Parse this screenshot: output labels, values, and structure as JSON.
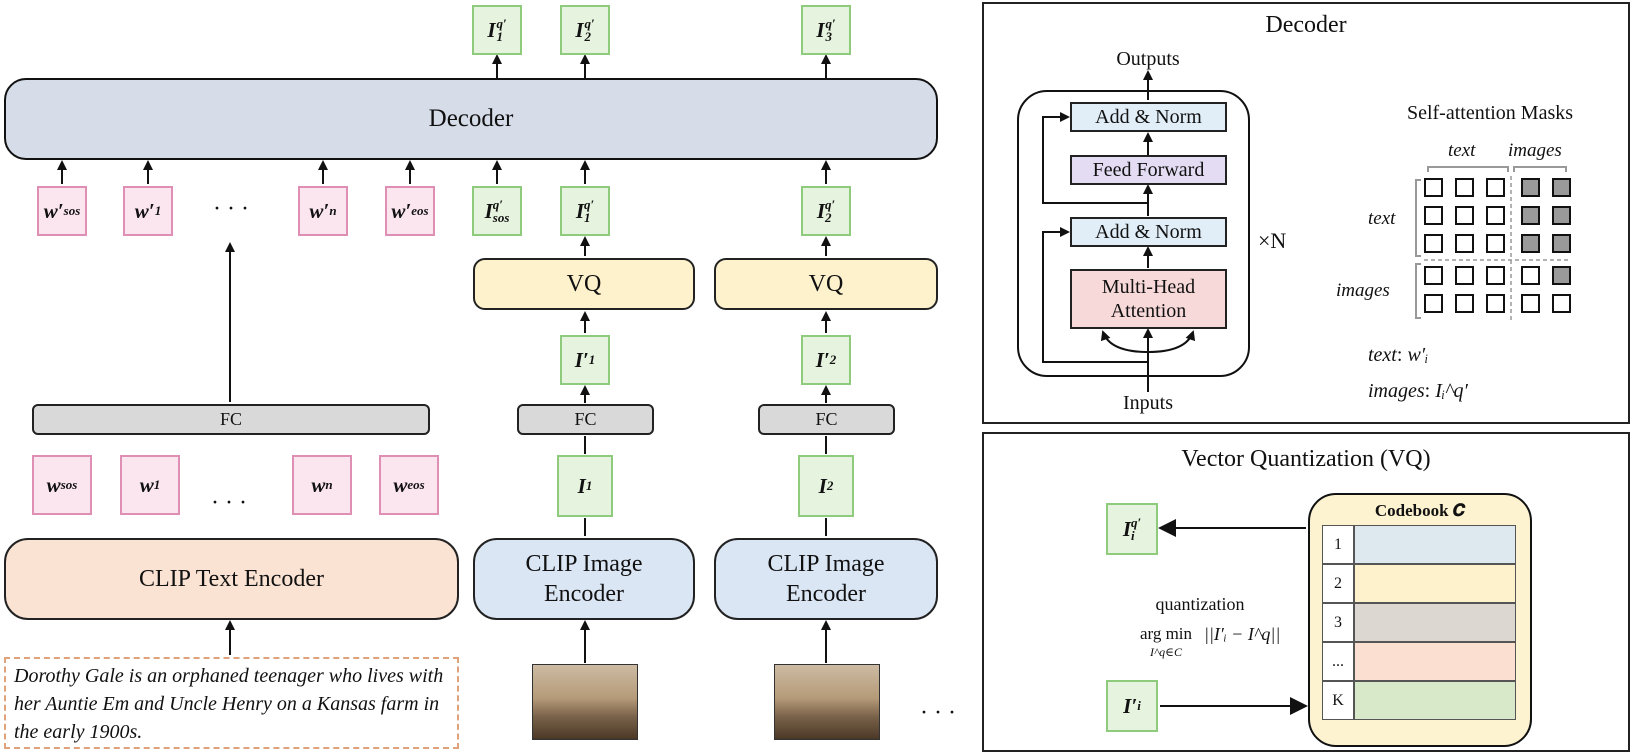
{
  "decoder_main": {
    "label": "Decoder"
  },
  "output_tokens": [
    {
      "base": "I",
      "sub": "1",
      "sup": "q′"
    },
    {
      "base": "I",
      "sub": "2",
      "sup": "q′"
    },
    {
      "base": "I",
      "sub": "3",
      "sup": "q′"
    }
  ],
  "decoder_input_tokens": [
    {
      "base": "w′",
      "sub": "sos",
      "kind": "w"
    },
    {
      "base": "w′",
      "sub": "1",
      "kind": "w"
    },
    {
      "base": "w′",
      "sub": "n",
      "kind": "w"
    },
    {
      "base": "w′",
      "sub": "eos",
      "kind": "w"
    },
    {
      "base": "I",
      "sub": "sos",
      "sup": "q′",
      "kind": "i"
    },
    {
      "base": "I",
      "sub": "1",
      "sup": "q′",
      "kind": "i"
    },
    {
      "base": "I",
      "sub": "2",
      "sup": "q′",
      "kind": "i"
    }
  ],
  "ellipsis": "· · ·",
  "vq_label": "VQ",
  "fc_label": "FC",
  "projected_tokens": [
    {
      "base": "I′",
      "sub": "1"
    },
    {
      "base": "I′",
      "sub": "2"
    }
  ],
  "text_tokens": [
    {
      "base": "w",
      "sub": "sos"
    },
    {
      "base": "w",
      "sub": "1"
    },
    {
      "base": "w",
      "sub": "n"
    },
    {
      "base": "w",
      "sub": "eos"
    }
  ],
  "image_tokens": [
    {
      "base": "I",
      "sub": "1"
    },
    {
      "base": "I",
      "sub": "2"
    }
  ],
  "text_encoder": "CLIP Text Encoder",
  "image_encoder": {
    "line1": "CLIP Image",
    "line2": "Encoder"
  },
  "story_text": "Dorothy Gale is an orphaned teenager who lives with her Auntie Em and Uncle Henry on a Kansas farm in the early 1900s.",
  "decoder_panel": {
    "title": "Decoder",
    "outputs": "Outputs",
    "inputs": "Inputs",
    "add_norm": "Add & Norm",
    "feed_forward": "Feed Forward",
    "mha_line1": "Multi-Head",
    "mha_line2": "Attention",
    "repeat": "×N",
    "masks_title": "Self-attention Masks",
    "col_text": "text",
    "col_images": "images",
    "row_text": "text",
    "row_images": "images",
    "legend_text_label": "text",
    "legend_text_sym": "w′ᵢ",
    "legend_images_label": "images",
    "legend_images_sym": "Iᵢ^q′"
  },
  "vq_panel": {
    "title": "Vector Quantization (VQ)",
    "codebook_title": "Codebook 𝑪",
    "rows": [
      {
        "index": "1",
        "color": "#dde8ef"
      },
      {
        "index": "2",
        "color": "#fef2cd"
      },
      {
        "index": "3",
        "color": "#dcd8d1"
      },
      {
        "index": "...",
        "color": "#fbe0d2"
      },
      {
        "index": "K",
        "color": "#d7e9c8"
      }
    ],
    "quantization": "quantization",
    "argmin": "arg min",
    "argmin_sub": "I^q∈C",
    "norm_expr": "||I′ᵢ − I^q||",
    "out_token": {
      "base": "I",
      "sub": "i",
      "sup": "q′"
    },
    "in_token": {
      "base": "I′",
      "sub": "i"
    }
  },
  "colors": {
    "decoder_fill": "#d6dce8",
    "text_encoder_fill": "#fbe3d4",
    "story_border": "#e0a27a",
    "mha_fill": "#f7d9d9",
    "ff_fill": "#e4dcf3",
    "addnorm_fill": "#e1eef8",
    "codebook_fill": "#fef3d0"
  }
}
